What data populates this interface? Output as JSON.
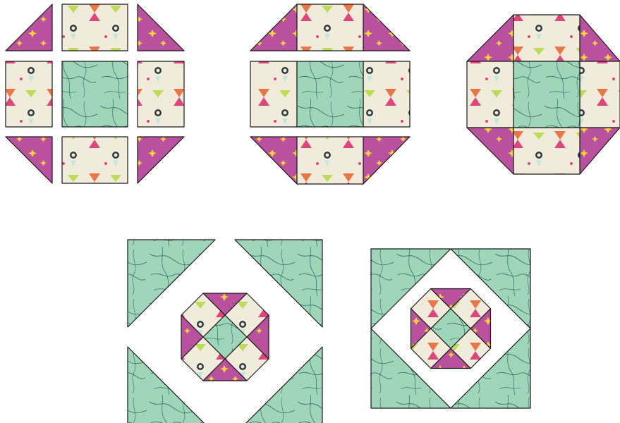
{
  "title": "",
  "colors": {
    "background": "#ffffff",
    "cream": "#f1ebdb",
    "magenta": "#b9519f",
    "mint": "#9fd5b8",
    "outline": "#1a1a1a",
    "vein": "#2f6e63",
    "accent_yellow": "#f3d339",
    "accent_orange": "#ec7548",
    "accent_pink": "#e0457b",
    "accent_dark": "#2e3a3d",
    "accent_lime": "#bddc58",
    "accent_aqua": "#bfe7e0"
  },
  "figures": [
    {
      "id": "step-1",
      "description_name": "units-separated",
      "layout": "3x3-spaced"
    },
    {
      "id": "step-2",
      "description_name": "rows-joined",
      "layout": "3-rows"
    },
    {
      "id": "step-3",
      "description_name": "block-joined",
      "layout": "3x3-joined"
    },
    {
      "id": "step-4",
      "description_name": "rotated-with-corners-separate",
      "layout": "on-point-spaced"
    },
    {
      "id": "step-5",
      "description_name": "finished-block",
      "layout": "on-point-joined"
    }
  ]
}
